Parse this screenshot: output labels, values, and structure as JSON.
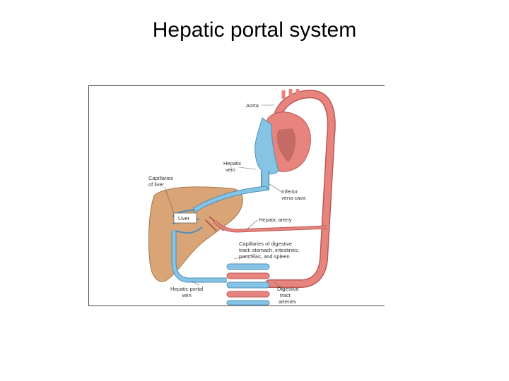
{
  "title": "Hepatic portal system",
  "diagram": {
    "labels": {
      "aorta": "Aorta",
      "hepatic_vein": [
        "Hepatic",
        "vein"
      ],
      "capillaries_liver": [
        "Capillaries",
        "of liver"
      ],
      "liver": "Liver",
      "inferior_vena_cava": [
        "Inferior",
        "vena cava"
      ],
      "hepatic_artery": "Hepatic artery",
      "capillaries_digestive": [
        "Capillaries of digestive",
        "tract: stomach, intestines,",
        "pancreas, and spleen"
      ],
      "hepatic_portal_vein": [
        "Hepatic portal",
        "vein"
      ],
      "digestive_arteries": [
        "Digestive",
        "tract",
        "arteries"
      ]
    },
    "colors": {
      "artery": "#e8847e",
      "artery_dark": "#b85a55",
      "vein": "#86c4e6",
      "vein_dark": "#4e8fb8",
      "liver": "#d9a476",
      "liver_dark": "#a87548"
    }
  }
}
